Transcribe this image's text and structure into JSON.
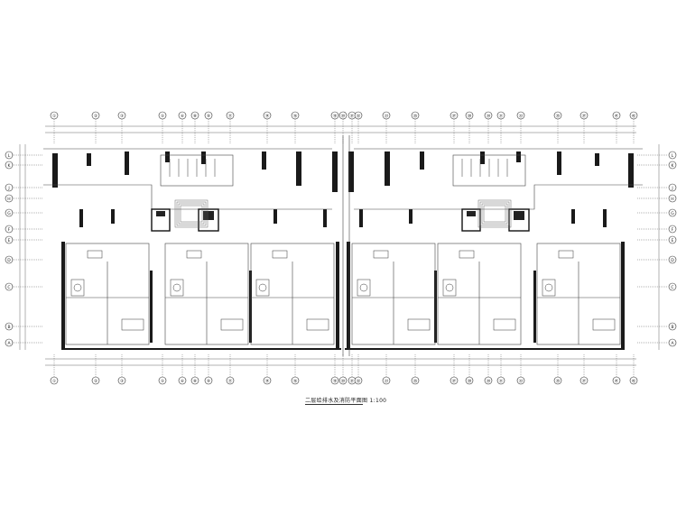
{
  "drawing": {
    "caption": "二层给排水及消防平面图 1:100",
    "accent_color": "#1a1a1a",
    "line_color": "#555555"
  },
  "axes": {
    "top_left_labels": [
      "①",
      "②",
      "③",
      "⑤",
      "⑥",
      "⑧",
      "⑨",
      "⑪",
      "⑭",
      "⑯",
      "⑱",
      "⑳"
    ],
    "top_right_labels": [
      "㉑",
      "㉒",
      "㉓",
      "㉕",
      "㉗",
      "㉘",
      "㉚",
      "㉛",
      "㉝",
      "㉟",
      "㊲",
      "㊶",
      "㊷"
    ],
    "left_labels": [
      "L",
      "K",
      "J",
      "H",
      "G",
      "F",
      "E",
      "D",
      "C",
      "B",
      "A"
    ],
    "right_labels": [
      "L",
      "K",
      "J",
      "H",
      "G",
      "F",
      "E",
      "D",
      "C",
      "B",
      "A"
    ]
  }
}
